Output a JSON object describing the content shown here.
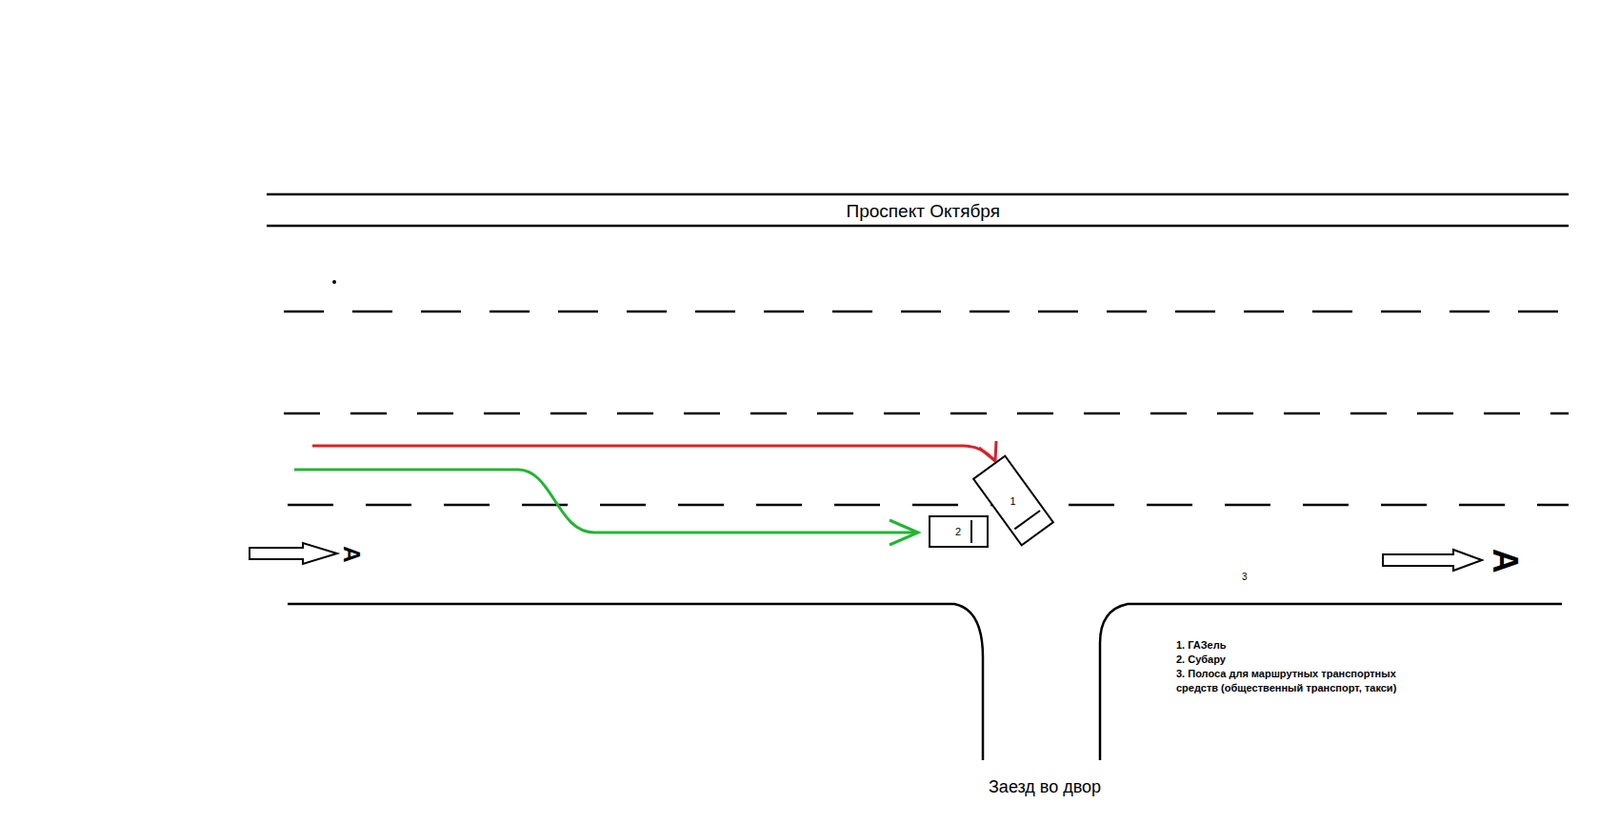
{
  "diagram": {
    "nodes": [
      {
        "text": [
          "1"
        ]
      },
      {
        "text": [
          "2"
        ]
      }
    ],
    "labels": [
      "Проспект Октября",
      "А",
      "А",
      "3",
      "Заезд во двор"
    ],
    "legend": [
      {
        "text": "1. ГАЗель"
      },
      {
        "text": "2. Субару"
      },
      {
        "text": "3. Полоса для маршрутных транспортных средств (общественный транспорт, такси)"
      }
    ]
  }
}
